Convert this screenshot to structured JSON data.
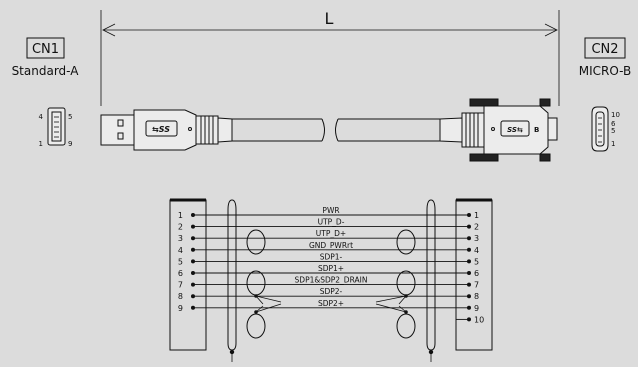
{
  "dimension": {
    "label": "L"
  },
  "connectors": {
    "cn1": {
      "name": "CN1",
      "type": "Standard-A",
      "pins_top_left": "4",
      "pins_top_right": "5",
      "pins_bottom_left": "1",
      "pins_bottom_right": "9"
    },
    "cn2": {
      "name": "CN2",
      "type": "MICRO-B",
      "pin_10": "10",
      "pin_6": "6",
      "pin_5": "5",
      "pin_1": "1"
    }
  },
  "wiring": {
    "left_pins": [
      "1",
      "2",
      "3",
      "4",
      "5",
      "6",
      "7",
      "8",
      "9"
    ],
    "right_pins": [
      "1",
      "2",
      "3",
      "4",
      "5",
      "6",
      "7",
      "8",
      "9",
      "10"
    ],
    "signals": [
      "PWR",
      "UTP_D-",
      "UTP_D+",
      "GND_PWRrt",
      "SDP1-",
      "SDP1+",
      "SDP1&SDP2_DRAIN",
      "SDP2-",
      "SDP2+"
    ]
  },
  "colors": {
    "background": "#dcdcdc",
    "line": "#111111"
  }
}
